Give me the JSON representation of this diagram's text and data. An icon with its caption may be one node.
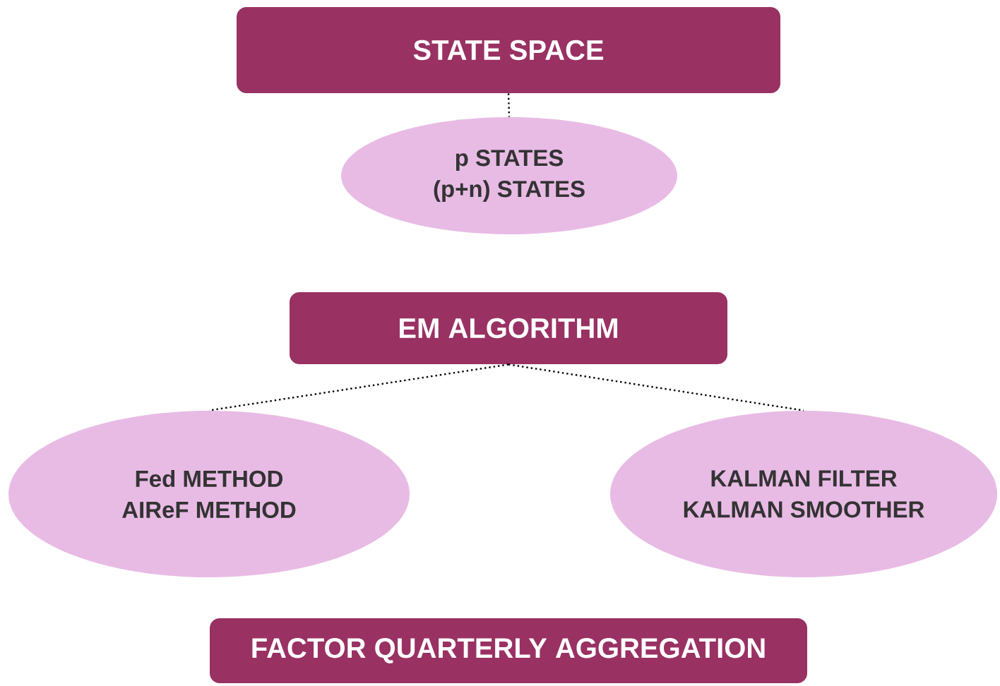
{
  "diagram": {
    "nodes": [
      {
        "text": [
          "STATE SPACE"
        ]
      },
      {
        "text": [
          "p STATES",
          "(p+n) STATES"
        ]
      },
      {
        "text": [
          "EM ALGORITHM"
        ]
      },
      {
        "text": [
          "Fed METHOD",
          "AIReF METHOD"
        ]
      },
      {
        "text": [
          "KALMAN FILTER",
          "KALMAN SMOOTHER"
        ]
      },
      {
        "text": [
          "FACTOR QUARTERLY AGGREGATION"
        ]
      }
    ],
    "edges": [
      {
        "from": 0,
        "to": 1,
        "arrow": "none",
        "style": "dashed"
      },
      {
        "from": 2,
        "to": 3,
        "arrow": "none",
        "style": "dashed"
      },
      {
        "from": 2,
        "to": 4,
        "arrow": "none",
        "style": "dashed"
      }
    ]
  }
}
